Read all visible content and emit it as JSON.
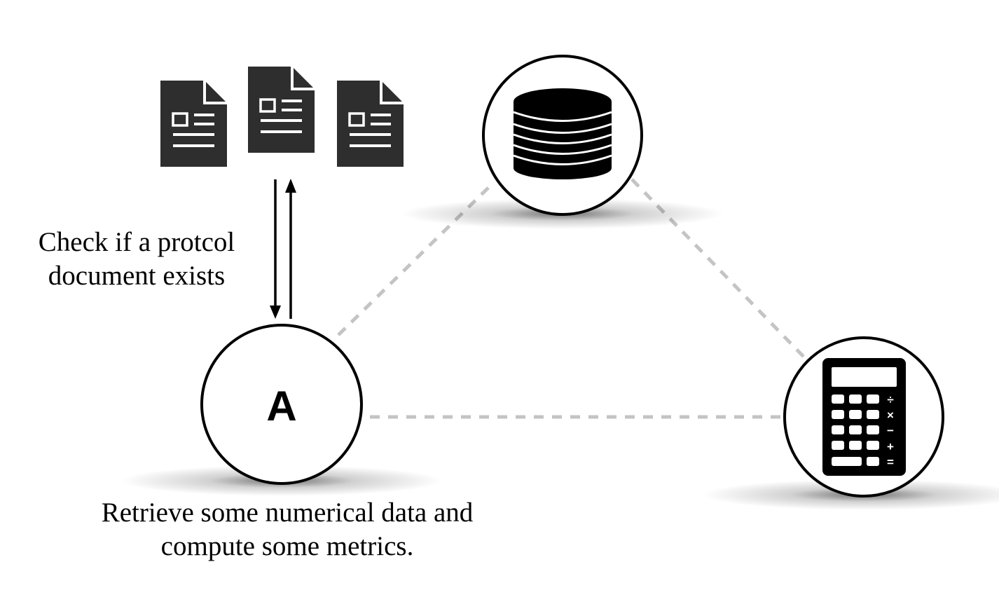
{
  "diagram": {
    "type": "agent-tool-network",
    "colors": {
      "node_stroke": "#000000",
      "node_fill": "#ffffff",
      "document_fill": "#2e2e2e",
      "connector": "#c4c4c4",
      "text": "#000000"
    },
    "agent": {
      "letter": "A",
      "caption_lines": [
        "Retrieve some numerical data and",
        "compute some metrics."
      ]
    },
    "documents": {
      "count": 3,
      "icon": "document-icon"
    },
    "document_exchange": {
      "label_lines": [
        "Check if a protcol",
        "document exists"
      ],
      "arrows": [
        "down",
        "up"
      ]
    },
    "tools": [
      {
        "name": "database",
        "icon": "database-icon"
      },
      {
        "name": "calculator",
        "icon": "calculator-icon",
        "operator_keys": [
          "÷",
          "×",
          "−",
          "+",
          "="
        ]
      }
    ],
    "connections": [
      {
        "from": "agent",
        "to": "database",
        "style": "dashed"
      },
      {
        "from": "database",
        "to": "calculator",
        "style": "dashed"
      },
      {
        "from": "agent",
        "to": "calculator",
        "style": "dashed"
      }
    ]
  }
}
